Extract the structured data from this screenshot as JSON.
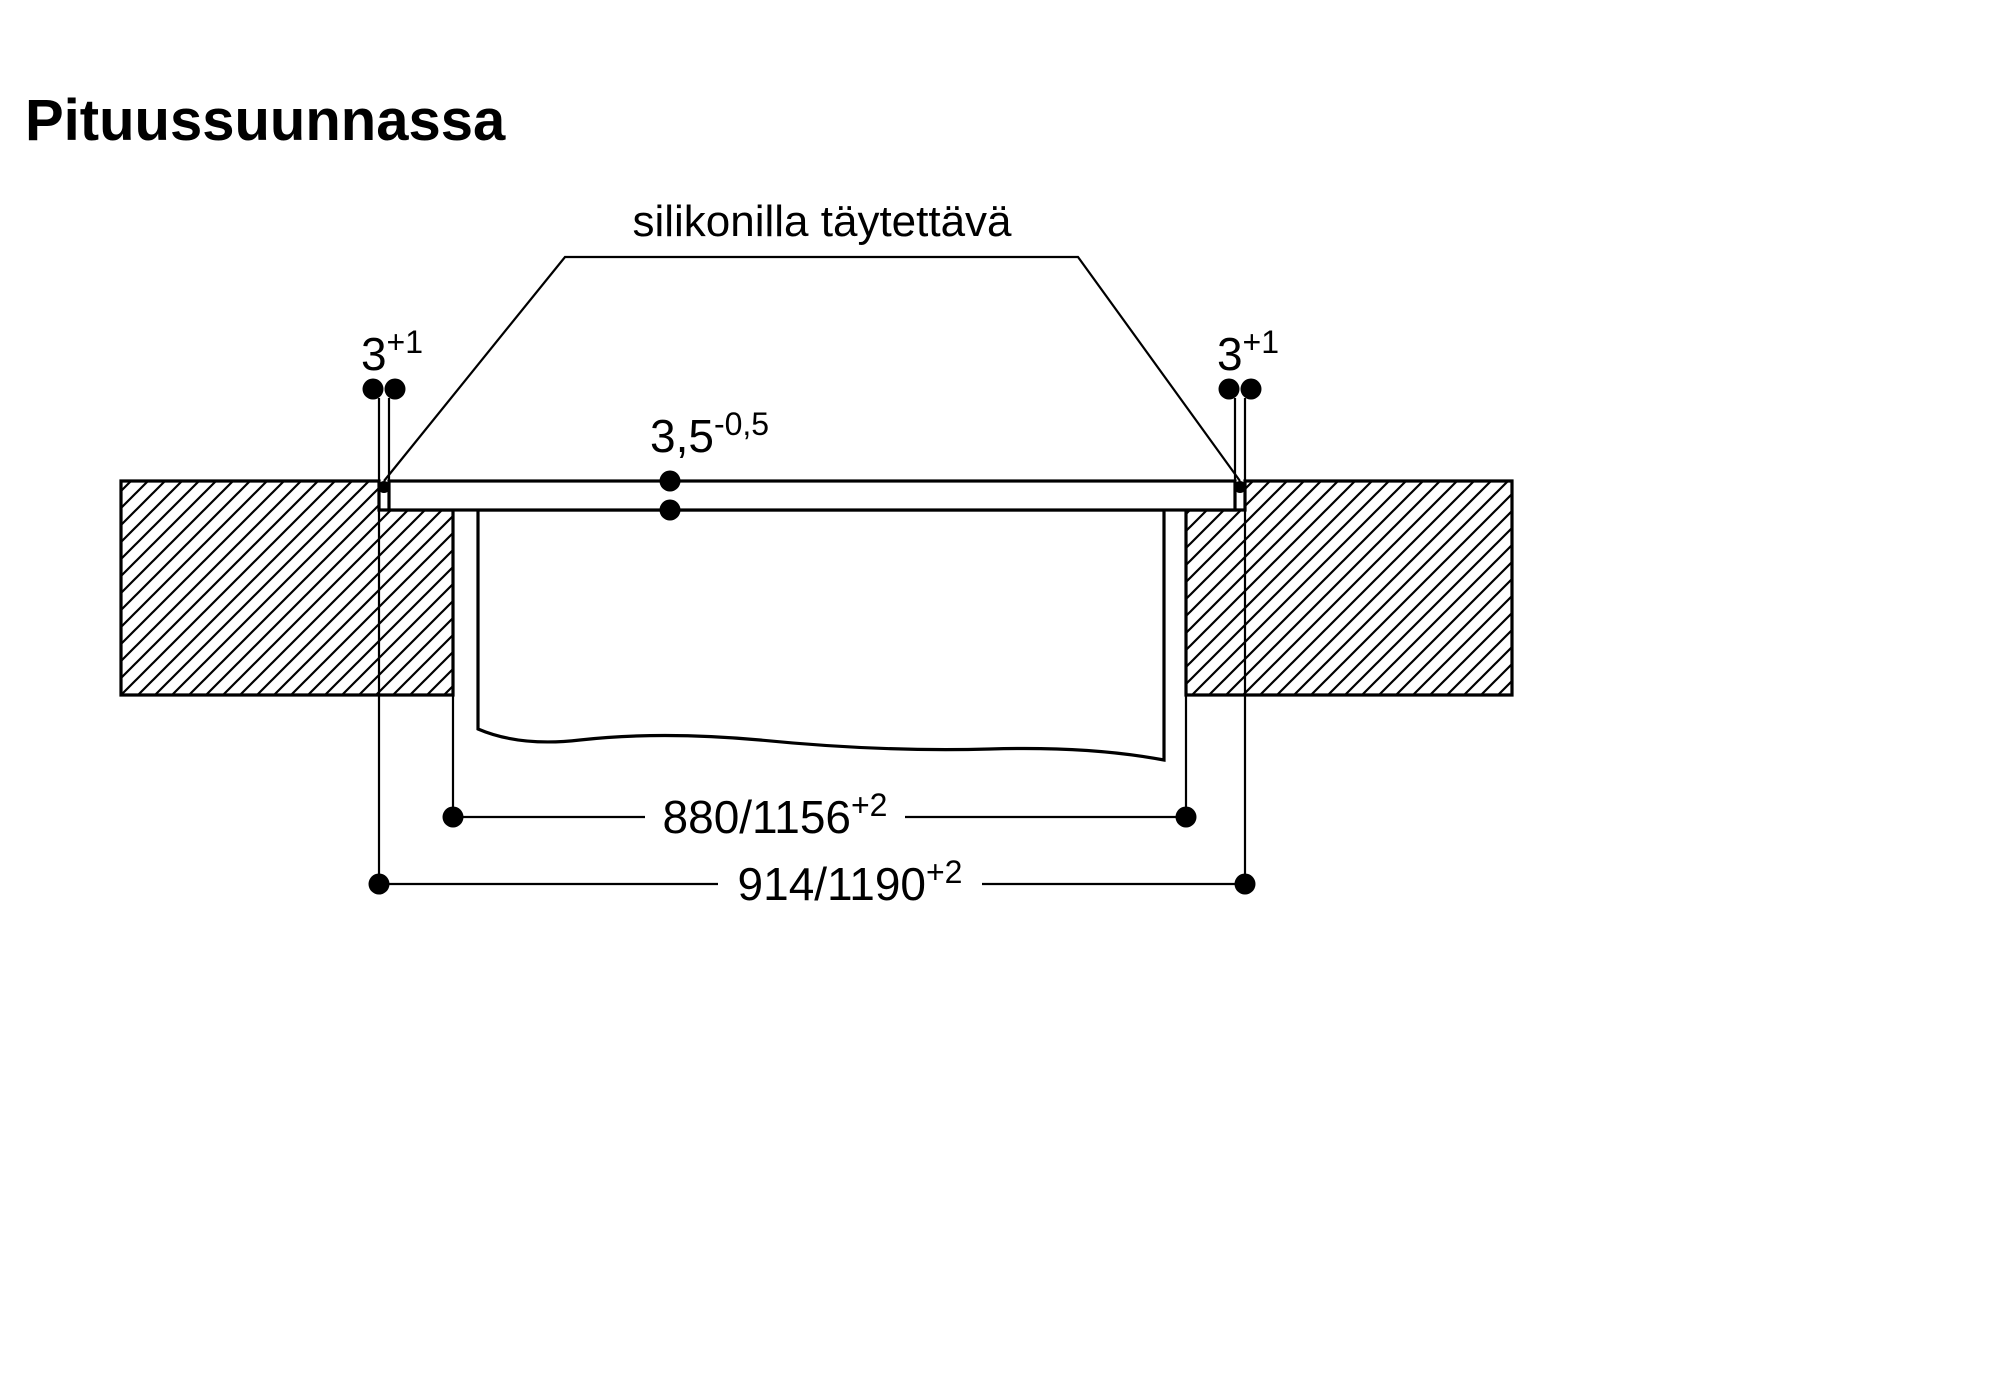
{
  "title": "Pituussuunnassa",
  "diagram": {
    "silicone_label": "silikonilla täytettävä",
    "gap_left": {
      "value": "3",
      "tol": "+1"
    },
    "gap_right": {
      "value": "3",
      "tol": "+1"
    },
    "thickness": {
      "value": "3,5",
      "tol": "-0,5"
    },
    "cutout_width": {
      "value": "880/1156",
      "tol": "+2"
    },
    "overall_width": {
      "value": "914/1190",
      "tol": "+2"
    }
  },
  "colors": {
    "ink": "#000000",
    "bg": "#ffffff"
  }
}
